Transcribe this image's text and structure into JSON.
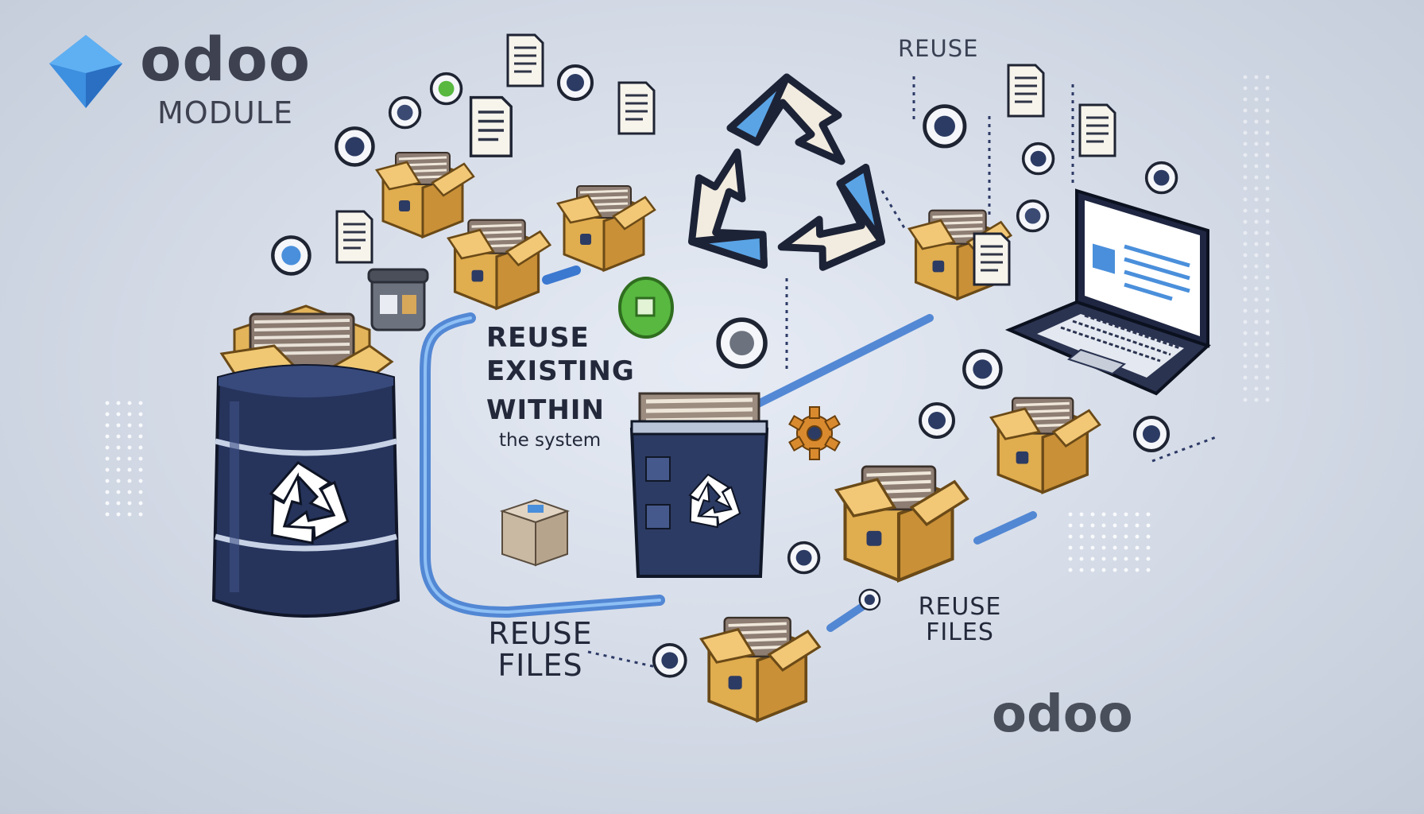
{
  "brand": {
    "logo_word": "odoo",
    "logo_subtitle": "MODULE",
    "footer_logo": "odoo"
  },
  "labels": {
    "top_reuse": "REUSE",
    "center_line1": "REUSE",
    "center_line2": "EXISTING",
    "center_line3": "WITHIN",
    "center_line4": "the system",
    "bottom_left_line1": "REUSE",
    "bottom_left_line2": "FILES",
    "bottom_right_line1": "REUSE",
    "bottom_right_line2": "FILES"
  },
  "colors": {
    "accent_blue": "#4a8fdb",
    "navy": "#2a3a62",
    "box_gold": "#e7b95a",
    "recycle_blue": "#5aa4e6",
    "green": "#58b840"
  },
  "icons": {
    "main": "recycle-icon",
    "storage": "barrel-icon",
    "bin": "recycle-bin-icon",
    "device": "laptop-icon",
    "items": "file-box-icon"
  }
}
